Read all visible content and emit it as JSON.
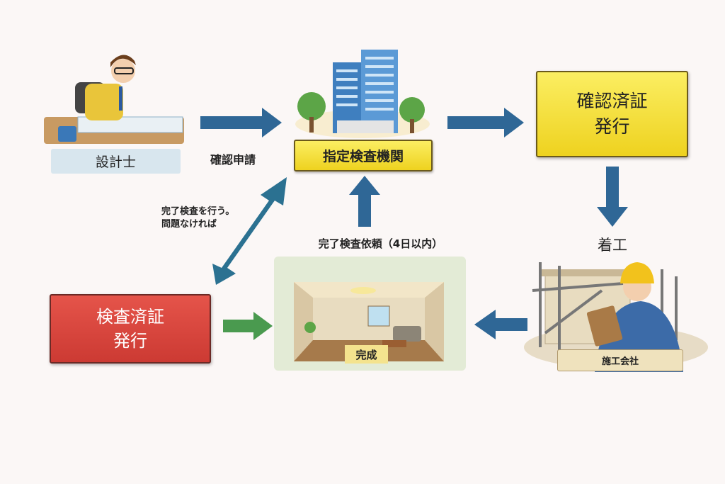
{
  "nodes": {
    "designer": {
      "label": "設計士"
    },
    "agency": {
      "label": "指定検査機関"
    },
    "confirmation_certificate": {
      "line1": "確認済証",
      "line2": "発行"
    },
    "contractor": {
      "label": "施工会社"
    },
    "completed": {
      "label": "完成"
    },
    "inspection_certificate": {
      "line1": "検査済証",
      "line2": "発行"
    }
  },
  "edges": {
    "application": "確認申請",
    "construction_start": "着工",
    "completion_request": "完了検査依頼（4日以内）",
    "inspection_line1": "完了検査を行う。",
    "inspection_line2": "問題なければ"
  },
  "colors": {
    "arrow_blue": "#2f6796",
    "arrow_teal": "#2b7191",
    "arrow_green": "#4a9a4f",
    "yellow": "#f5e23c",
    "red": "#d9443c",
    "designer_label_bg": "#d8e6ee"
  }
}
